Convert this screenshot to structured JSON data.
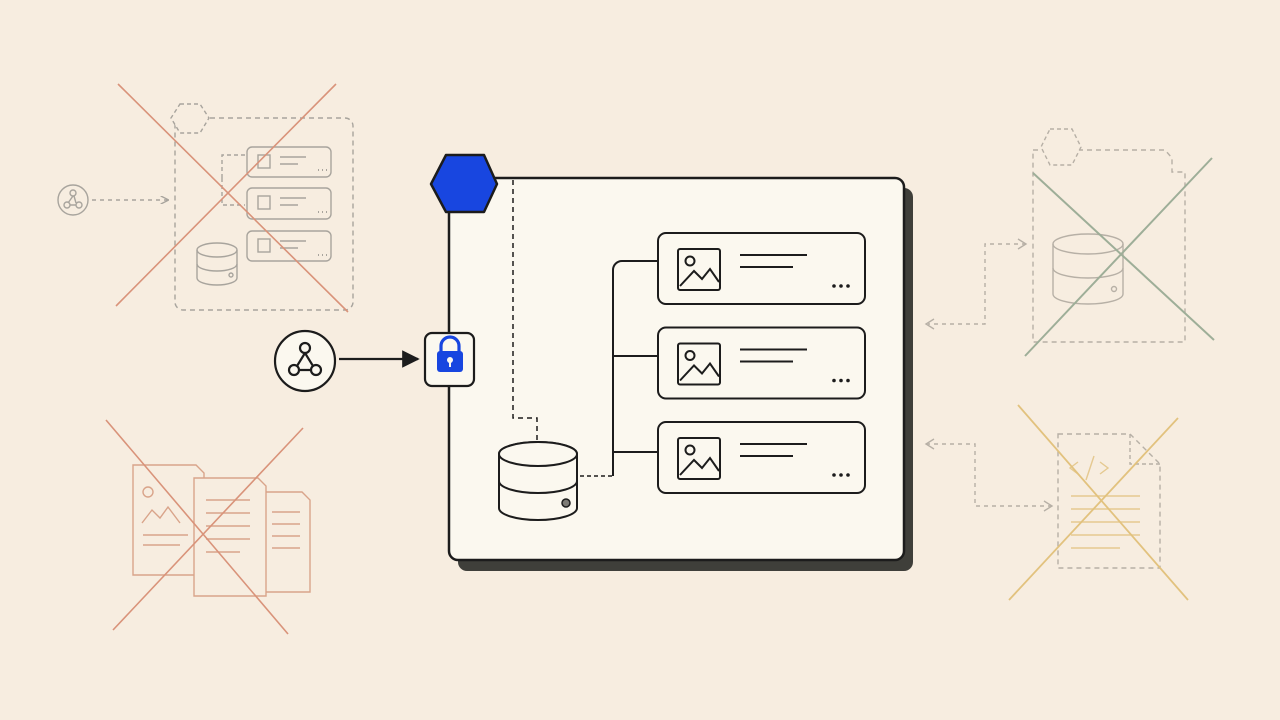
{
  "colors": {
    "background": "#f7ede0",
    "panel_fill": "#fbf8ef",
    "ink": "#1c1c1c",
    "shadow": "#3f3f3a",
    "accent_blue": "#1846e0",
    "faded_gray": "#a8a49d",
    "cross_terracotta": "#d9937a",
    "docs_terracotta": "#d9a48a",
    "cross_sage": "#9eae98",
    "faded_gray_warm": "#b7b0a6",
    "cross_mustard": "#e2c27e",
    "code_line_mustard": "#e5c990"
  },
  "icons": {
    "source": "webhook-icon",
    "gate": "lock-icon",
    "header_badge": "hexagon-icon",
    "store": "database-icon",
    "card_thumb": "image-icon",
    "card_menu": "more-dots-icon",
    "file": "code-file-icon",
    "pages": "document-icon",
    "rejected": "cross-out-icon"
  },
  "diagram": {
    "main_panel": {
      "cards": [
        {
          "id": "card-1",
          "has_thumbnail": true,
          "text_lines": 2,
          "has_menu": true
        },
        {
          "id": "card-2",
          "has_thumbnail": true,
          "text_lines": 2,
          "has_menu": true
        },
        {
          "id": "card-3",
          "has_thumbnail": true,
          "text_lines": 2,
          "has_menu": true
        }
      ]
    },
    "rejected_alternatives": [
      {
        "id": "list-layout",
        "position": "top-left",
        "crossed_out": true
      },
      {
        "id": "document-stack",
        "position": "bottom-left",
        "crossed_out": true
      },
      {
        "id": "database-folder",
        "position": "top-right",
        "crossed_out": true
      },
      {
        "id": "code-file",
        "position": "bottom-right",
        "crossed_out": true
      }
    ]
  }
}
